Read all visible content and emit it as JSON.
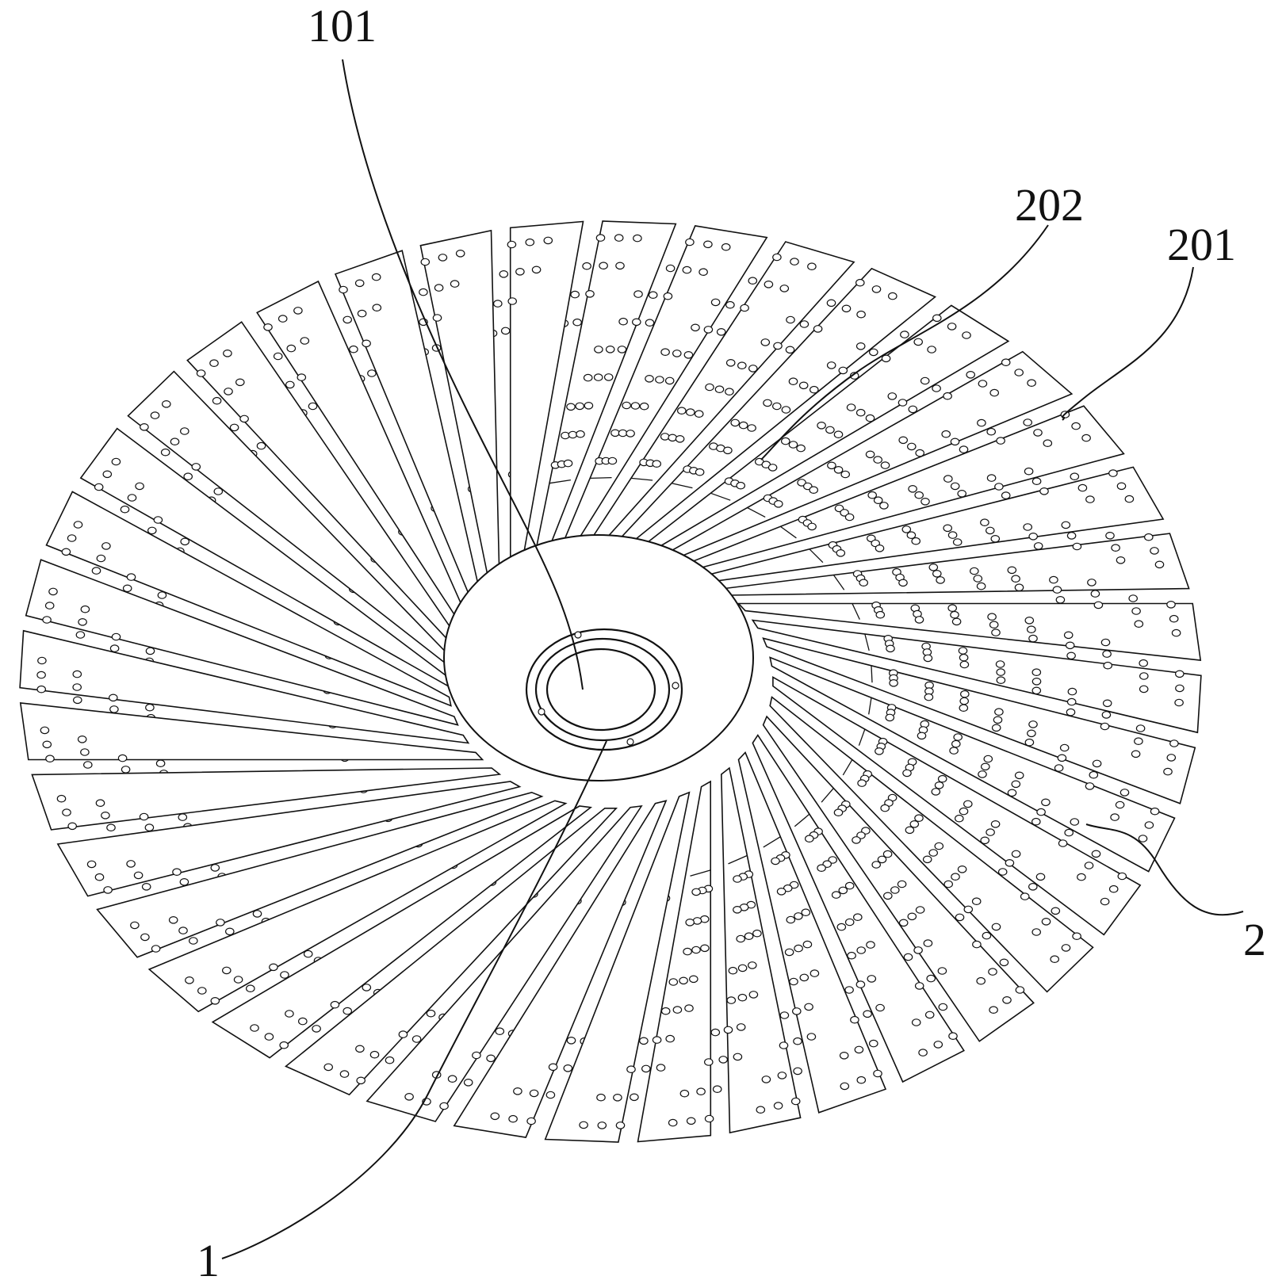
{
  "figure": {
    "reference_numerals": {
      "label_101": "101",
      "label_202": "202",
      "label_201": "201",
      "label_2": "2",
      "label_1": "1"
    }
  },
  "colors": {
    "line": "#111111",
    "background": "#ffffff"
  }
}
